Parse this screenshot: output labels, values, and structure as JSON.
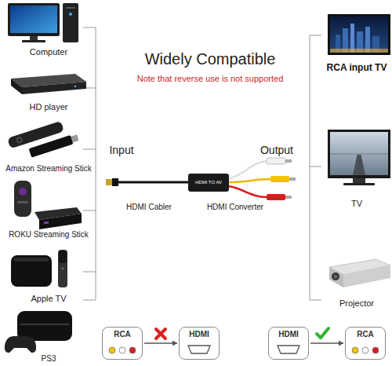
{
  "diagram": {
    "title": "Widely Compatible",
    "nodes": [
      {
        "text": [
          "RCA"
        ]
      },
      {
        "text": [
          "HDMI"
        ]
      },
      {
        "text": [
          "HDMI"
        ]
      },
      {
        "text": [
          "RCA"
        ]
      }
    ],
    "edges": [
      {
        "from": 0,
        "to": 1,
        "arrow": "to"
      },
      {
        "from": 2,
        "to": 3,
        "arrow": "to"
      }
    ],
    "labels": [
      "Computer",
      "HD player",
      "Amazon Streaming Stick",
      "ROKU Streaming Stick",
      "Apple TV",
      "PS3",
      "Note that reverse use is not supported",
      "Input",
      "Output",
      "HDMI Cabler",
      "HDMI TO AV",
      "HDMI Converter",
      "RCA input TV",
      "TV",
      "Projector"
    ]
  }
}
